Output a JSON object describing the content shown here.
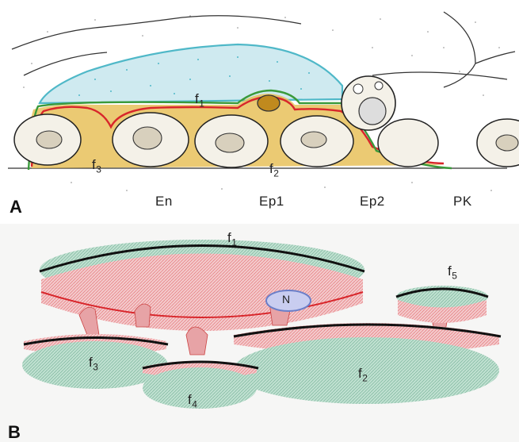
{
  "figure": {
    "panel_a": {
      "letter": "A",
      "region_labels": [
        "En",
        "Ep1",
        "Ep2",
        "PK"
      ],
      "fold_labels": [
        {
          "base": "f",
          "sub": "1"
        },
        {
          "base": "f",
          "sub": "2"
        },
        {
          "base": "f",
          "sub": "3"
        }
      ]
    },
    "panel_b": {
      "letter": "B",
      "fold_labels": [
        {
          "base": "f",
          "sub": "1"
        },
        {
          "base": "f",
          "sub": "5"
        },
        {
          "base": "f",
          "sub": "3"
        },
        {
          "base": "f",
          "sub": "2"
        },
        {
          "base": "f",
          "sub": "4"
        }
      ],
      "nucleus_label": "N"
    },
    "colors": {
      "capillary_lumen": "#bfe3ea",
      "capillary_outline": "#4fb8c8",
      "cell_fill": "#e8b84a",
      "membrane_red": "#d8262b",
      "membrane_green": "#3a9a3a",
      "disc_red": "#e7a3a6",
      "disc_green": "#9cc9b4",
      "nucleus_blue": "#6b7fc8"
    }
  }
}
